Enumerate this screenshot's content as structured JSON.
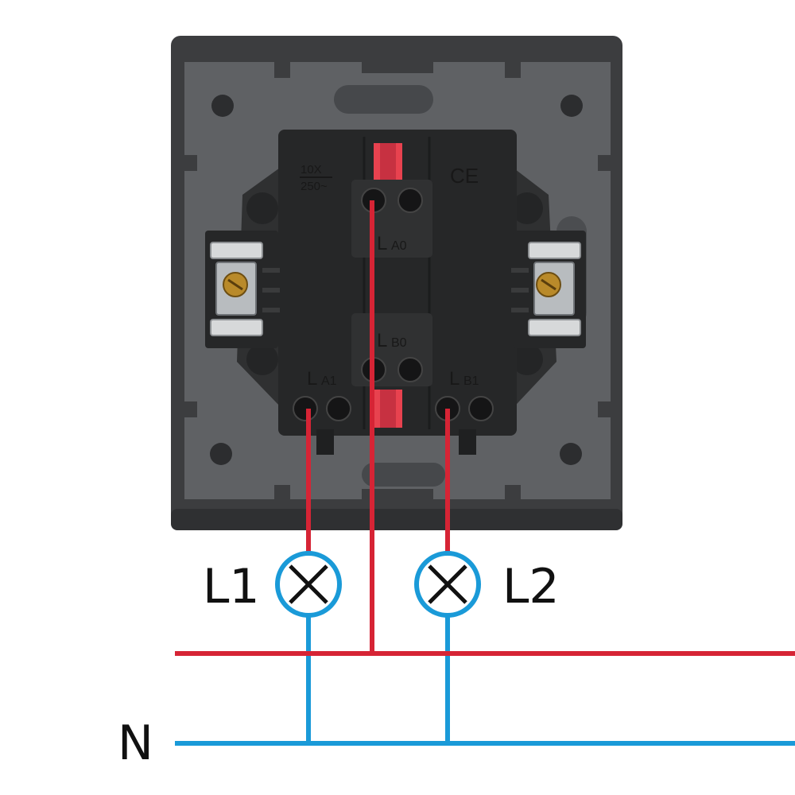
{
  "switch_markings": {
    "rating_top": "10X",
    "rating_bottom": "250~",
    "ce_mark": "CE",
    "terminal_a0": "A0",
    "terminal_b0": "B0",
    "terminal_a1": "A1",
    "terminal_b1": "B1",
    "terminal_prefix": "L"
  },
  "lamps": [
    {
      "label": "L1"
    },
    {
      "label": "L2"
    }
  ],
  "lines": {
    "neutral_label": "N"
  },
  "colors": {
    "live_wire": "#d62435",
    "neutral_wire": "#1a9ad8",
    "switch_frame": "#3c3d3f",
    "mounting_plate": "#5f6164",
    "mechanism_body": "#262728",
    "release_tab": "#e8424f"
  },
  "icons": {
    "lamp": "lamp-cross-icon",
    "screw": "screw-icon",
    "ce": "ce-mark-icon"
  }
}
